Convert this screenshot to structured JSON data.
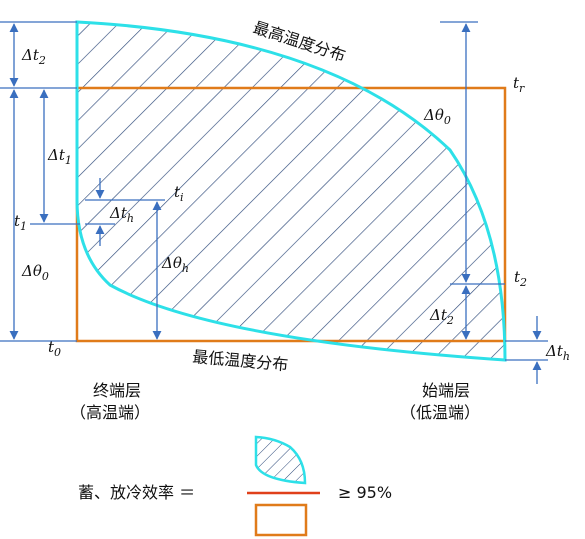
{
  "curve_labels": {
    "max_temp": "最高温度分布",
    "min_temp": "最低温度分布"
  },
  "symbols": {
    "dt2": "Δt",
    "dt2_sub": "2",
    "dt1": "Δt",
    "dt1_sub": "1",
    "t1": "t",
    "t1_sub": "1",
    "dtheta0": "Δθ",
    "dtheta0_sub": "0",
    "t0": "t",
    "t0_sub": "0",
    "ti": "t",
    "ti_sub": "i",
    "dth": "Δt",
    "dth_sub": "h",
    "dthetah": "Δθ",
    "dthetah_sub": "h",
    "tr": "t",
    "tr_sub": "r",
    "dtheta0_right": "Δθ",
    "dtheta0_right_sub": "0",
    "t2": "t",
    "t2_sub": "2",
    "dt2_right": "Δt",
    "dt2_right_sub": "2",
    "dth_right": "Δt",
    "dth_right_sub": "h"
  },
  "layers": {
    "end_layer": "终端层",
    "end_layer_sub": "（高温端）",
    "start_layer": "始端层",
    "start_layer_sub": "（低温端）"
  },
  "formula": {
    "label": "蓄、放冷效率 ＝",
    "relation": "≥ 95%"
  },
  "colors": {
    "rectangle": "#E07B1A",
    "curve": "#2DE0E8",
    "arrow": "#3A6FBF",
    "hatch": "#2E4A7A",
    "fraction_bar": "#E0401A"
  }
}
